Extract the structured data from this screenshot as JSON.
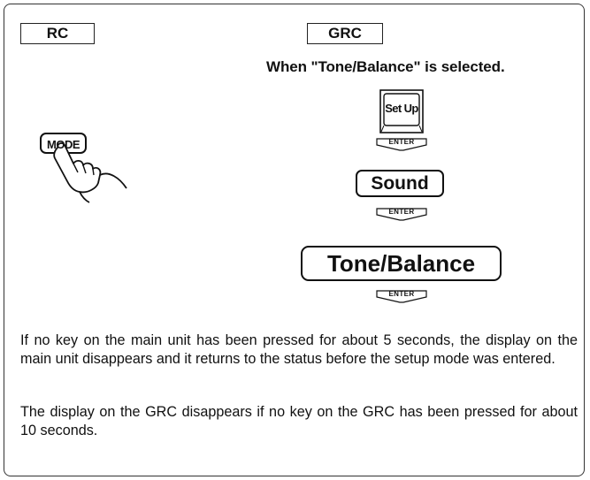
{
  "labels": {
    "rc": "RC",
    "grc": "GRC"
  },
  "instruction": "When \"Tone/Balance\" is selected.",
  "keys": {
    "setup": "Set Up",
    "enter": "ENTER",
    "mode": "MODE"
  },
  "menu": {
    "sound": "Sound",
    "tone_balance": "Tone/Balance"
  },
  "notes": [
    "If no key on the main unit has been pressed for about 5 seconds, the display on the main unit disappears and it returns to the status before the setup mode was entered.",
    "The display on the GRC disappears if no key on the GRC has been pressed for about 10 seconds."
  ]
}
